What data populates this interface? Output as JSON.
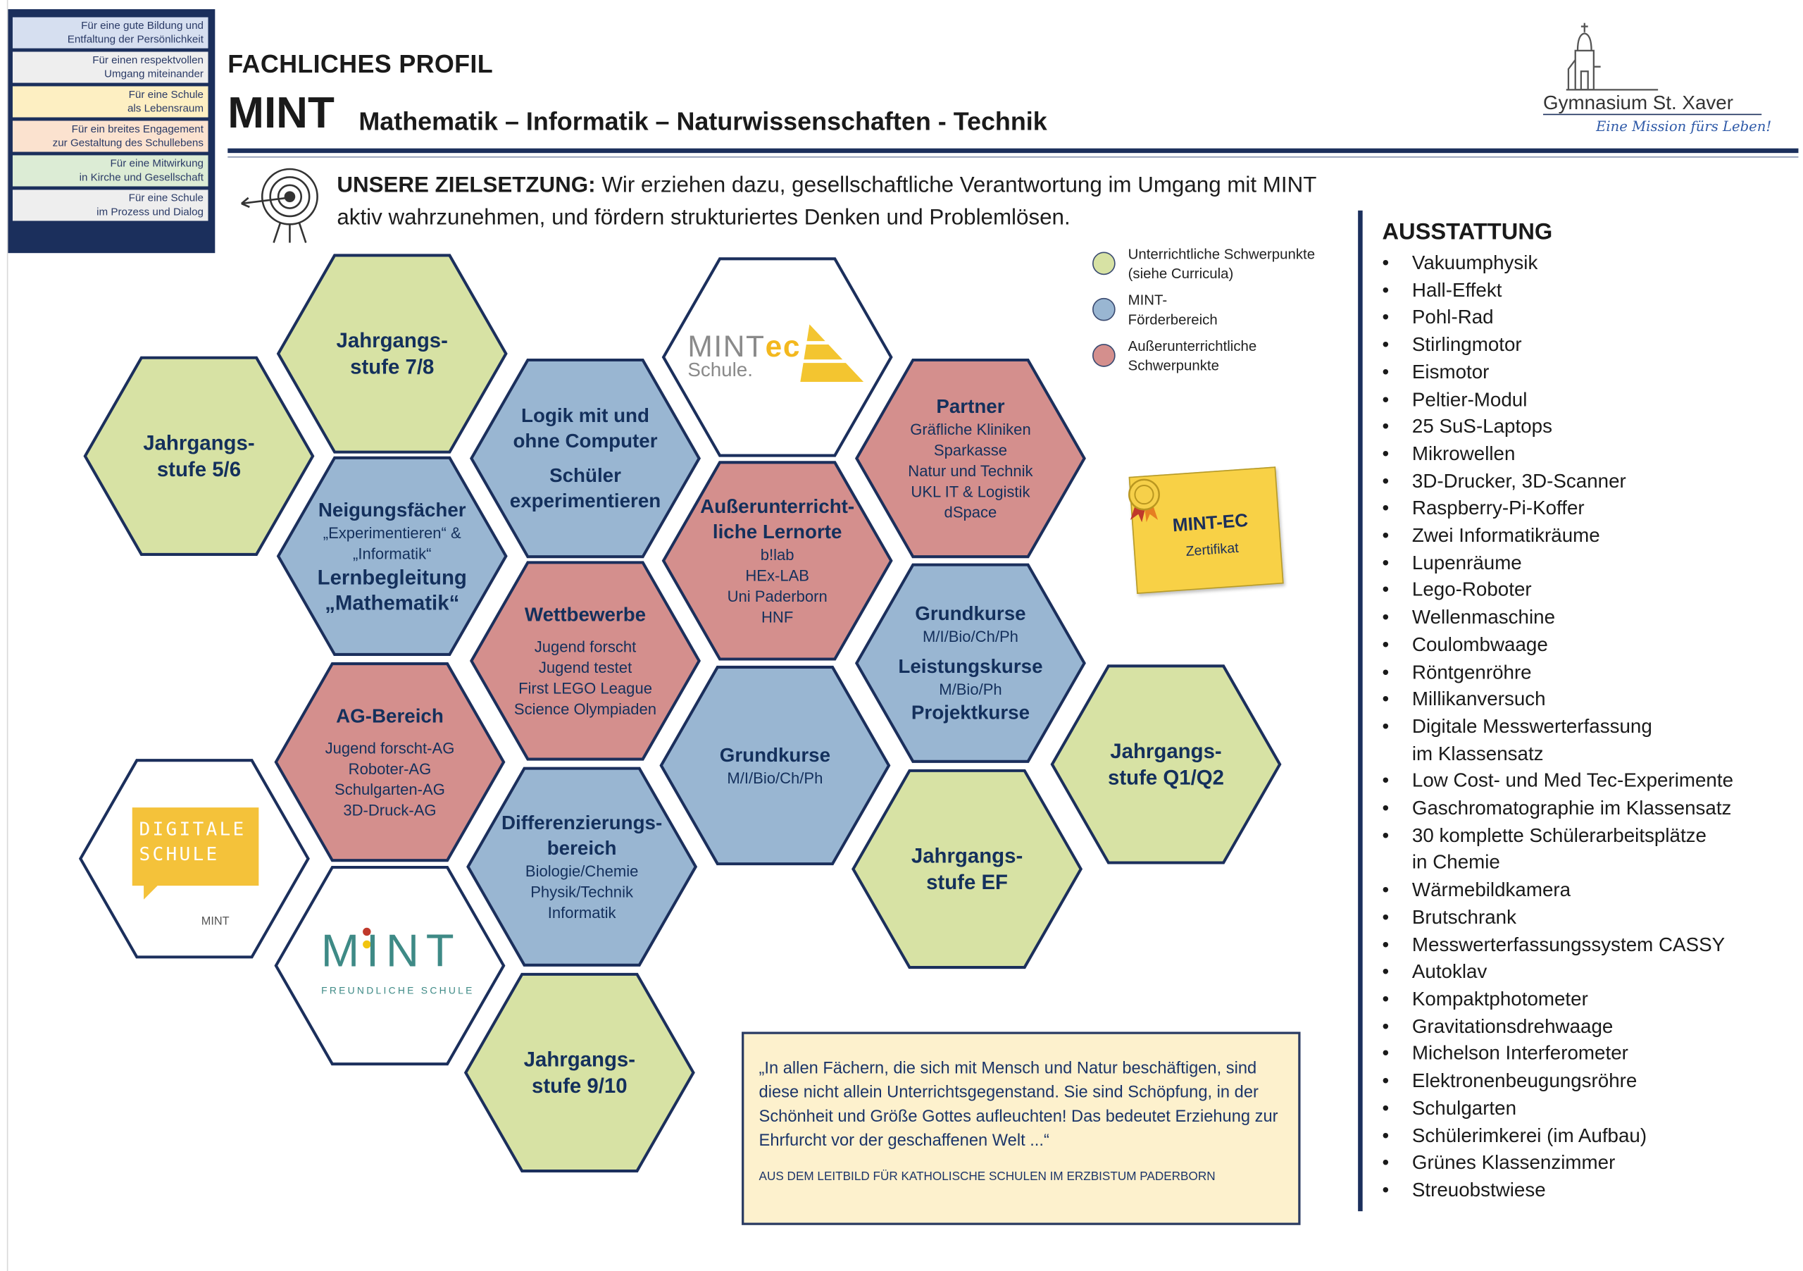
{
  "tabs": [
    {
      "l1": "Für eine gute Bildung und",
      "l2": "Entfaltung der Persönlichkeit",
      "color": "#d6dff0"
    },
    {
      "l1": "Für einen respektvollen",
      "l2": "Umgang miteinander",
      "color": "#eeeeee"
    },
    {
      "l1": "Für eine Schule",
      "l2": "als Lebensraum",
      "color": "#fdefc2"
    },
    {
      "l1": "Für ein breites Engagement",
      "l2": "zur Gestaltung des Schullebens",
      "color": "#fbe2cf"
    },
    {
      "l1": "Für eine Mitwirkung",
      "l2": "in Kirche und Gesellschaft",
      "color": "#dcecd5"
    },
    {
      "l1": "Für eine Schule",
      "l2": "im Prozess und Dialog",
      "color": "#eeeeee"
    }
  ],
  "header": {
    "subtitle": "FACHLICHES PROFIL",
    "title": "MINT",
    "title_rest": "Mathematik – Informatik – Naturwissenschaften - Technik"
  },
  "school": {
    "name": "Gymnasium St. Xaver",
    "motto": "Eine Mission fürs Leben!"
  },
  "goal": {
    "label": "UNSERE ZIELSETZUNG:",
    "text": " Wir erziehen dazu, gesellschaftliche Verantwortung im Umgang mit MINT aktiv wahrzunehmen, und fördern strukturiertes Denken und Problemlösen."
  },
  "legend": [
    {
      "l1": "Unterrichtliche Schwerpunkte",
      "l2": "(siehe Curricula)",
      "color": "#d7e2a4"
    },
    {
      "l1": "MINT-",
      "l2": "Förderbereich",
      "color": "#99b6d2"
    },
    {
      "l1": "Außerunterrichtliche",
      "l2": "Schwerpunkte",
      "color": "#d48f8d"
    }
  ],
  "colors": {
    "green": "#d7e2a4",
    "blue": "#99b6d2",
    "red": "#d48f8d",
    "white": "#ffffff",
    "stroke": "#1b2f5c"
  },
  "hex": {
    "j56": {
      "title": "Jahrgangs-\nstufe 5/6"
    },
    "j78": {
      "title": "Jahrgangs-\nstufe 7/8"
    },
    "mintec": {
      "text_a": "MINT",
      "text_b": "ec",
      "text_c": "Schule."
    },
    "logik": {
      "title1": "Logik mit und\nohne Computer",
      "title2": "Schüler\nexperimentieren"
    },
    "partner": {
      "title": "Partner",
      "items": [
        "Gräfliche Kliniken",
        "Sparkasse",
        "Natur und Technik",
        "UKL IT & Logistik",
        "dSpace"
      ]
    },
    "neigung": {
      "title": "Neigungsfächer",
      "sub": "„Experimentieren“ &\n„Informatik“",
      "title2": "Lernbegleitung\n„Mathematik“"
    },
    "ausser": {
      "title": "Außerunterricht-\nliche Lernorte",
      "items": [
        "b!lab",
        "HEx-LAB",
        "Uni Paderborn",
        "HNF"
      ]
    },
    "wett": {
      "title": "Wettbewerbe",
      "items": [
        "Jugend forscht",
        "Jugend testet",
        "First LEGO League",
        "Science Olympiaden"
      ]
    },
    "gk_lk": {
      "title1": "Grundkurse",
      "sub1": "M/I/Bio/Ch/Ph",
      "title2": "Leistungskurse",
      "sub2": "M/Bio/Ph",
      "title3": "Projektkurse"
    },
    "ag": {
      "title": "AG-Bereich",
      "items": [
        "Jugend forscht-AG",
        "Roboter-AG",
        "Schulgarten-AG",
        "3D-Druck-AG"
      ]
    },
    "gk": {
      "title": "Grundkurse",
      "sub": "M/I/Bio/Ch/Ph"
    },
    "jq": {
      "title": "Jahrgangs-\nstufe Q1/Q2"
    },
    "digital": {
      "title": "DIGITALE\nSCHULE",
      "small": "MINT"
    },
    "diff": {
      "title": "Differenzierungs-\nbereich",
      "items": [
        "Biologie/Chemie",
        "Physik/Technik",
        "Informatik"
      ]
    },
    "jef": {
      "title": "Jahrgangs-\nstufe EF"
    },
    "mintfs": {
      "word": "MINT",
      "sub": "FREUNDLICHE SCHULE"
    },
    "j910": {
      "title": "Jahrgangs-\nstufe 9/10"
    }
  },
  "badge": {
    "title": "MINT-EC",
    "sub": "Zertifikat"
  },
  "quote": {
    "text": "„In allen Fächern, die sich mit Mensch und Natur beschäftigen, sind diese nicht allein Unterrichtsgegenstand. Sie sind Schöpfung, in der Schönheit und Größe Gottes aufleuchten! Das bedeutet Erziehung zur Ehrfurcht vor der geschaffenen Welt ...“",
    "source": "AUS DEM LEITBILD FÜR KATHOLISCHE SCHULEN IM ERZBISTUM PADERBORN"
  },
  "equipment": {
    "title": "AUSSTATTUNG",
    "items": [
      "Vakuumphysik",
      "Hall-Effekt",
      "Pohl-Rad",
      "Stirlingmotor",
      "Eismotor",
      "Peltier-Modul",
      "25 SuS-Laptops",
      "Mikrowellen",
      "3D-Drucker, 3D-Scanner",
      "Raspberry-Pi-Koffer",
      "Zwei Informatikräume",
      "Lupenräume",
      "Lego-Roboter",
      "Wellenmaschine",
      "Coulombwaage",
      "Röntgenröhre",
      "Millikanversuch",
      "Digitale Messwerterfassung\nim Klassensatz",
      "Low Cost- und Med Tec-Experimente",
      "Gaschromatographie im Klassensatz",
      "30 komplette Schülerarbeitsplätze\nin Chemie",
      "Wärmebildkamera",
      "Brutschrank",
      "Messwerterfassungssystem CASSY",
      "Autoklav",
      "Kompaktphotometer",
      "Gravitationsdrehwaage",
      "Michelson Interferometer",
      "Elektronenbeugungsröhre",
      "Schulgarten",
      "Schülerimkerei (im Aufbau)",
      "Grünes Klassenzimmer",
      "Streuobstwiese"
    ]
  }
}
